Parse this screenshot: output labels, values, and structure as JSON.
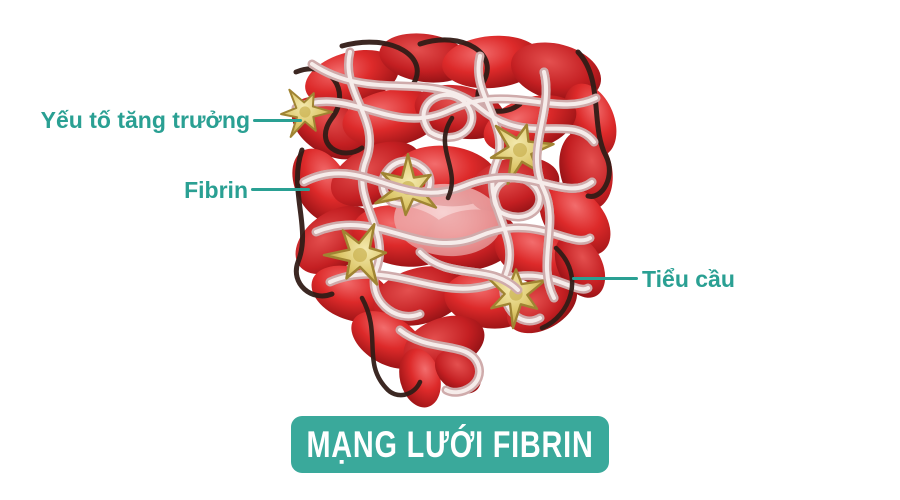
{
  "figure": {
    "background": "#ffffff"
  },
  "annotations": [
    {
      "id": "growth-factor",
      "label": "Yếu tố tăng trưởng",
      "side": "left"
    },
    {
      "id": "fibrin",
      "label": "Fibrin",
      "side": "left"
    },
    {
      "id": "platelet",
      "label": "Tiểu cầu",
      "side": "right"
    }
  ],
  "badge": {
    "label": "MẠNG LƯỚI FIBRIN"
  },
  "illustration": {
    "name": "blood-clot-fibrin-network"
  },
  "colors": {
    "label_text": "#2aa093",
    "leader_line": "#2aa093",
    "badge_background": "#3aa99b",
    "badge_text": "#ffffff",
    "red_cell": "#cc2127",
    "fibrin_strand_light": "#f6ecea",
    "fibrin_strand_shade": "#cfabab",
    "fibrin_strand_dark": "#321c17",
    "platelet_yellow": "#ddc76a"
  }
}
